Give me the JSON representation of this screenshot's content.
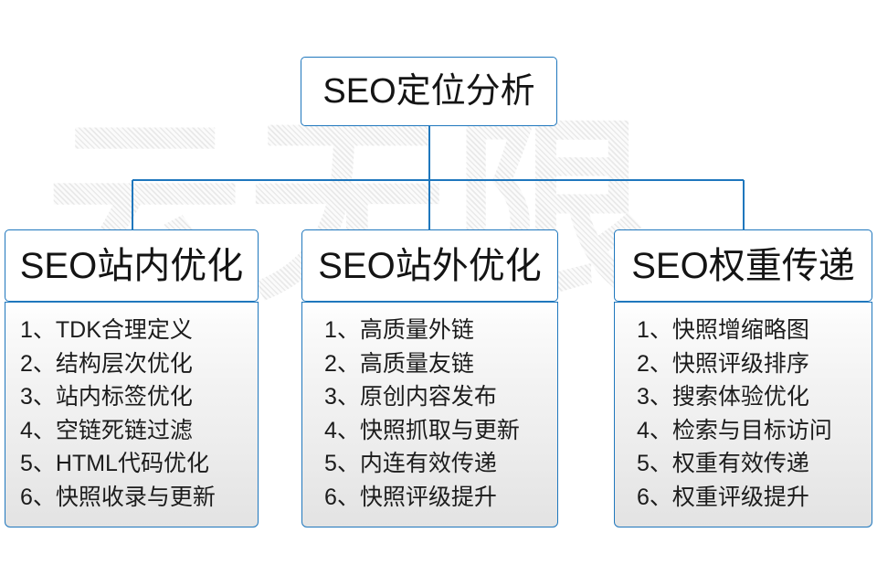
{
  "theme": {
    "border_color": "#1f77bd",
    "text_color": "#141414",
    "background": "#ffffff",
    "body_gradient_top": "#ffffff",
    "body_gradient_bottom": "#e3e3e3",
    "watermark_color": "#e9e9e9"
  },
  "watermark": {
    "text": "云无限"
  },
  "root": {
    "label": "SEO定位分析"
  },
  "columns": [
    {
      "id": "seo-onsite",
      "header": "SEO站内优化",
      "items": [
        "1、TDK合理定义",
        "2、结构层次优化",
        "3、站内标签优化",
        "4、空链死链过滤",
        "5、HTML代码优化",
        "6、快照收录与更新"
      ]
    },
    {
      "id": "seo-offsite",
      "header": "SEO站外优化",
      "items": [
        "1、高质量外链",
        "2、高质量友链",
        "3、原创内容发布",
        "4、快照抓取与更新",
        "5、内连有效传递",
        "6、快照评级提升"
      ]
    },
    {
      "id": "seo-weight",
      "header": "SEO权重传递",
      "items": [
        "1、快照增缩略图",
        "2、快照评级排序",
        "3、搜索体验优化",
        "4、检索与目标访问",
        "5、权重有效传递",
        "6、权重评级提升"
      ]
    }
  ]
}
